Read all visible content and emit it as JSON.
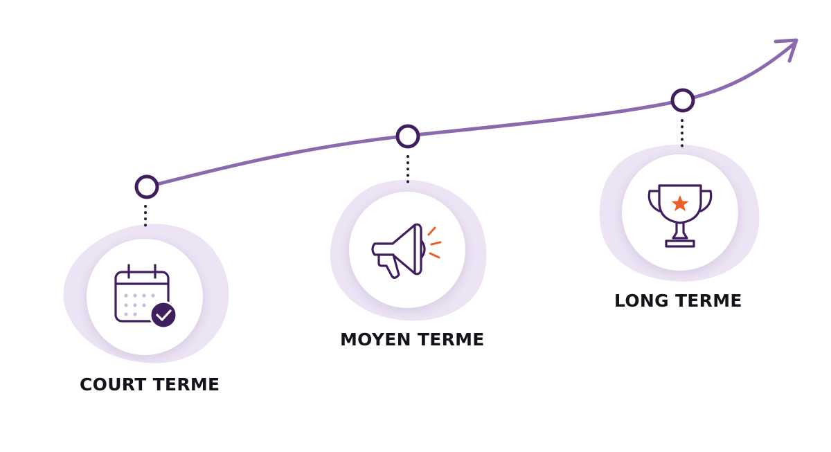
{
  "diagram": {
    "stages": [
      {
        "id": "court",
        "label": "COURT TERME",
        "icon": "calendar-check-icon"
      },
      {
        "id": "moyen",
        "label": "MOYEN TERME",
        "icon": "megaphone-icon"
      },
      {
        "id": "long",
        "label": "LONG TERME",
        "icon": "trophy-star-icon"
      }
    ],
    "colors": {
      "line": "#8a6aad",
      "node_ring": "#3f1e5e",
      "icon_stroke": "#3f1e5e",
      "accent": "#e8622a",
      "blob": "#ece4f4",
      "dots": "#2a1d33",
      "label": "#161219"
    }
  }
}
